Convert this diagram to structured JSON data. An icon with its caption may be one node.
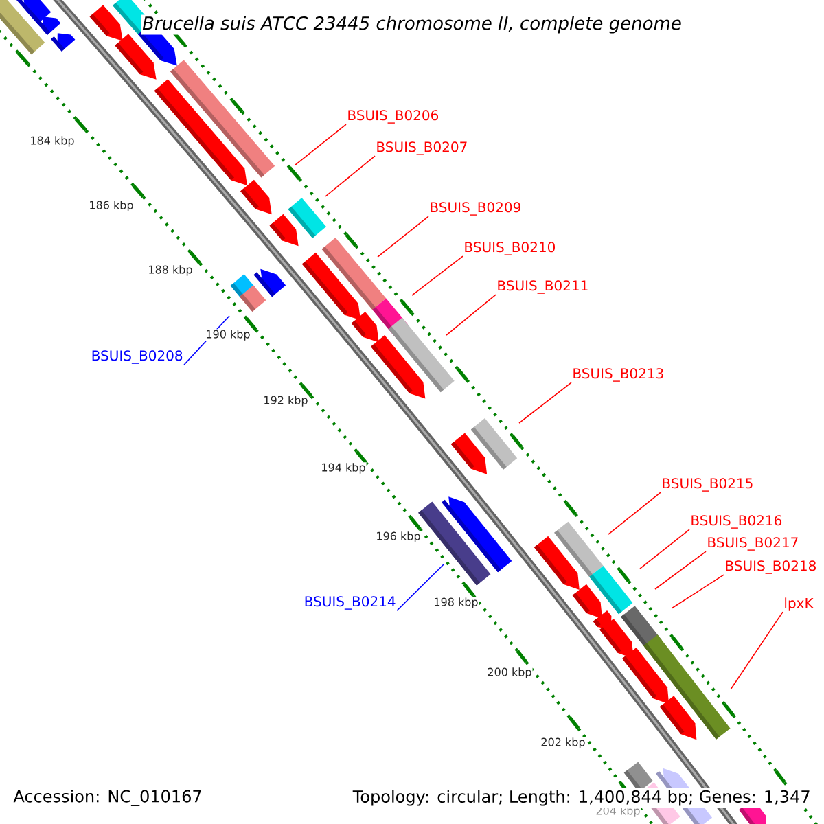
{
  "diagram": {
    "title": "Brucella suis ATCC 23445 chromosome II, complete genome",
    "nodes": [
      {
        "text": [
          "BSUIS_B0206"
        ]
      },
      {
        "text": [
          "BSUIS_B0207"
        ]
      },
      {
        "text": [
          "BSUIS_B0209"
        ]
      },
      {
        "text": [
          "BSUIS_B0210"
        ]
      },
      {
        "text": [
          "BSUIS_B0211"
        ]
      },
      {
        "text": [
          "BSUIS_B0213"
        ]
      },
      {
        "text": [
          "BSUIS_B0215"
        ]
      },
      {
        "text": [
          "BSUIS_B0216"
        ]
      },
      {
        "text": [
          "BSUIS_B0217"
        ]
      },
      {
        "text": [
          "BSUIS_B0218"
        ]
      },
      {
        "text": [
          "lpxK"
        ]
      },
      {
        "text": [
          "BSUIS_B0208"
        ]
      },
      {
        "text": [
          "BSUIS_B0214"
        ]
      }
    ],
    "edges": [
      {
        "from": 0,
        "to": null,
        "arrow": "none"
      },
      {
        "from": 1,
        "to": null,
        "arrow": "none"
      },
      {
        "from": 2,
        "to": null,
        "arrow": "none"
      },
      {
        "from": 3,
        "to": null,
        "arrow": "none"
      },
      {
        "from": 4,
        "to": null,
        "arrow": "none"
      },
      {
        "from": 5,
        "to": null,
        "arrow": "none"
      },
      {
        "from": 6,
        "to": null,
        "arrow": "none"
      },
      {
        "from": 7,
        "to": null,
        "arrow": "none"
      },
      {
        "from": 8,
        "to": null,
        "arrow": "none"
      },
      {
        "from": 9,
        "to": null,
        "arrow": "none"
      },
      {
        "from": 10,
        "to": null,
        "arrow": "none"
      },
      {
        "from": 11,
        "to": null,
        "arrow": "none",
        "color": "#0000ff"
      },
      {
        "from": 12,
        "to": null,
        "arrow": "none",
        "color": "#0000ff"
      }
    ],
    "labels": [
      "184 kbp",
      "186 kbp",
      "188 kbp",
      "190 kbp",
      "192 kbp",
      "194 kbp",
      "196 kbp",
      "198 kbp",
      "200 kbp",
      "202 kbp",
      "204 kbp",
      "Accession: NC_010167",
      "Topology: circular; Length: 1,400,844 bp; Genes: 1,347"
    ]
  }
}
